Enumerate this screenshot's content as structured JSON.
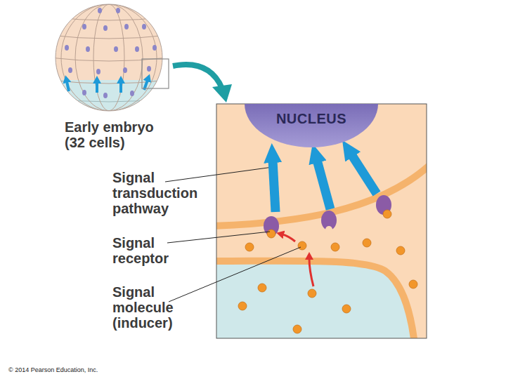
{
  "diagram": {
    "nodes": [
      {
        "text": [
          "NUCLEUS"
        ]
      }
    ],
    "labels": [
      "Early embryo (32 cells)",
      "Signal transduction pathway",
      "Signal receptor",
      "Signal molecule (inducer)",
      "© 2014 Pearson Education, Inc."
    ]
  }
}
